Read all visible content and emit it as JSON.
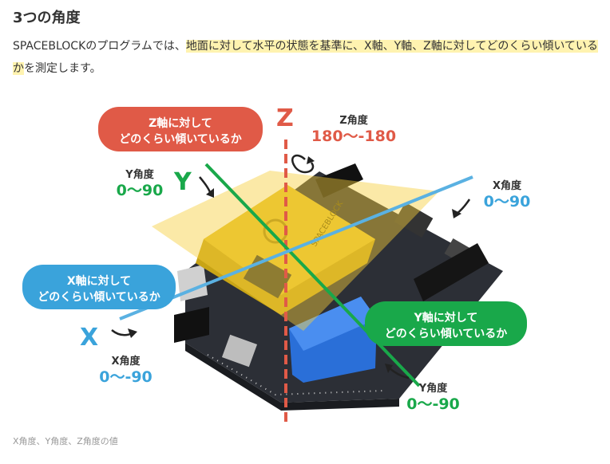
{
  "heading": "3つの角度",
  "intro": {
    "before": "SPACEBLOCKのプログラムでは、",
    "highlight1": "地面に対して水平の状態を基準に、X軸、Y軸、Z軸に対してどのくらい傾いて",
    "highlight2": "いるか",
    "after": "を測定します。"
  },
  "axes": {
    "z": {
      "letter": "Z",
      "name": "Z角度",
      "range": "180〜-180",
      "color": "#e05a47",
      "bubble_line1": "Z軸に対して",
      "bubble_line2": "どのくらい傾いているか"
    },
    "y": {
      "letter": "Y",
      "name": "Y角度",
      "range_top": "0〜90",
      "range_bottom": "0〜-90",
      "color": "#19a84a",
      "bubble_line1": "Y軸に対して",
      "bubble_line2": "どのくらい傾いているか"
    },
    "x": {
      "letter": "X",
      "name": "X角度",
      "range_top": "0〜90",
      "range_bottom": "0〜-90",
      "color": "#3aa3db",
      "bubble_line1": "X軸に対して",
      "bubble_line2": "どのくらい傾いているか"
    }
  },
  "board_text": "SPACEBLOCK",
  "caption": "X角度、Y角度、Z角度の値"
}
